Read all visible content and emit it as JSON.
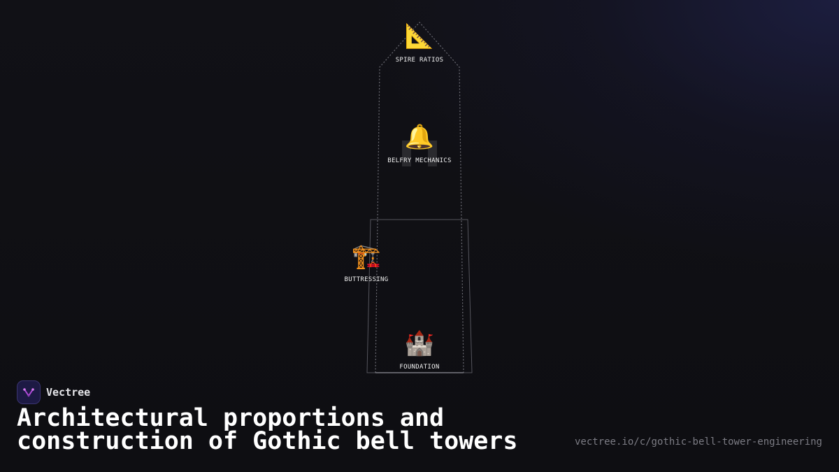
{
  "brand": {
    "name": "Vectree",
    "logo_icon": "vectree-logo-icon"
  },
  "title": "Architectural proportions and construction of Gothic bell towers",
  "url": "vectree.io/c/gothic-bell-tower-engineering",
  "diagram": {
    "nodes": [
      {
        "id": "spire",
        "label": "SPIRE RATIOS",
        "icon": "triangular-ruler-icon",
        "glyph": "📐"
      },
      {
        "id": "belfry",
        "label": "BELFRY MECHANICS",
        "icon": "bell-icon",
        "glyph": "🔔"
      },
      {
        "id": "buttress",
        "label": "BUTTRESSING",
        "icon": "crane-icon",
        "glyph": "🏗️"
      },
      {
        "id": "foundation",
        "label": "FOUNDATION",
        "icon": "castle-icon",
        "glyph": "🏰"
      }
    ]
  },
  "colors": {
    "background": "#0f0f13",
    "outline": "#5a5a62",
    "label": "#f2f2f2",
    "url": "#7c7c84",
    "logo_bg": "#1d1a44",
    "logo_accent": "#b04ad8"
  }
}
